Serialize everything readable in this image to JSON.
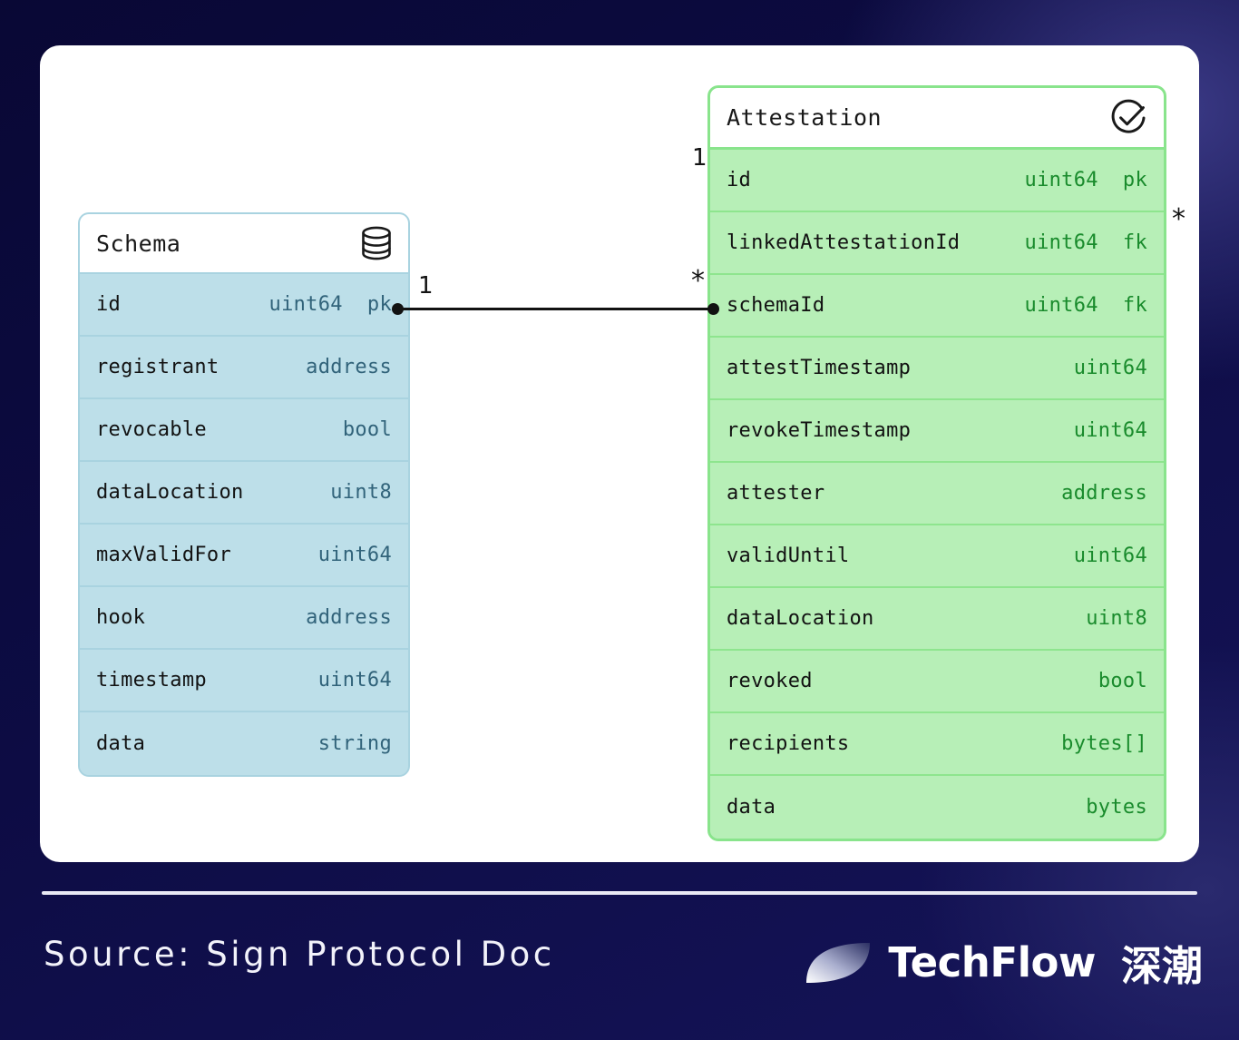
{
  "background": {
    "base_color": "#0d0c44",
    "glow_color": "#3b3a86"
  },
  "card": {
    "background_color": "#ffffff"
  },
  "diagram": {
    "type": "entity-relationship",
    "tables": [
      {
        "name": "Schema",
        "icon": "database-icon",
        "accent_color": "#bddfe9",
        "border_color": "#a9d3e0",
        "meta_color": "#31637a",
        "rows": [
          {
            "field": "id",
            "type": "uint64",
            "key": "pk"
          },
          {
            "field": "registrant",
            "type": "address",
            "key": ""
          },
          {
            "field": "revocable",
            "type": "bool",
            "key": ""
          },
          {
            "field": "dataLocation",
            "type": "uint8",
            "key": ""
          },
          {
            "field": "maxValidFor",
            "type": "uint64",
            "key": ""
          },
          {
            "field": "hook",
            "type": "address",
            "key": ""
          },
          {
            "field": "timestamp",
            "type": "uint64",
            "key": ""
          },
          {
            "field": "data",
            "type": "string",
            "key": ""
          }
        ]
      },
      {
        "name": "Attestation",
        "icon": "check-circle-icon",
        "accent_color": "#b7efb7",
        "border_color": "#89e48c",
        "meta_color": "#198b2c",
        "rows": [
          {
            "field": "id",
            "type": "uint64",
            "key": "pk"
          },
          {
            "field": "linkedAttestationId",
            "type": "uint64",
            "key": "fk"
          },
          {
            "field": "schemaId",
            "type": "uint64",
            "key": "fk"
          },
          {
            "field": "attestTimestamp",
            "type": "uint64",
            "key": ""
          },
          {
            "field": "revokeTimestamp",
            "type": "uint64",
            "key": ""
          },
          {
            "field": "attester",
            "type": "address",
            "key": ""
          },
          {
            "field": "validUntil",
            "type": "uint64",
            "key": ""
          },
          {
            "field": "dataLocation",
            "type": "uint8",
            "key": ""
          },
          {
            "field": "revoked",
            "type": "bool",
            "key": ""
          },
          {
            "field": "recipients",
            "type": "bytes[]",
            "key": ""
          },
          {
            "field": "data",
            "type": "bytes",
            "key": ""
          }
        ]
      }
    ],
    "relationships": [
      {
        "from": "Schema.id",
        "to": "Attestation.schemaId",
        "from_cardinality": "1",
        "to_cardinality": "*"
      },
      {
        "from": "Attestation.id",
        "to": "Attestation.linkedAttestationId",
        "from_cardinality": "1",
        "to_cardinality": "*"
      }
    ]
  },
  "footer": {
    "source": "Source: Sign Protocol Doc",
    "brand_name": "TechFlow",
    "brand_name_cn": "深潮",
    "brand_mark": "techflow-leaf-logo"
  }
}
